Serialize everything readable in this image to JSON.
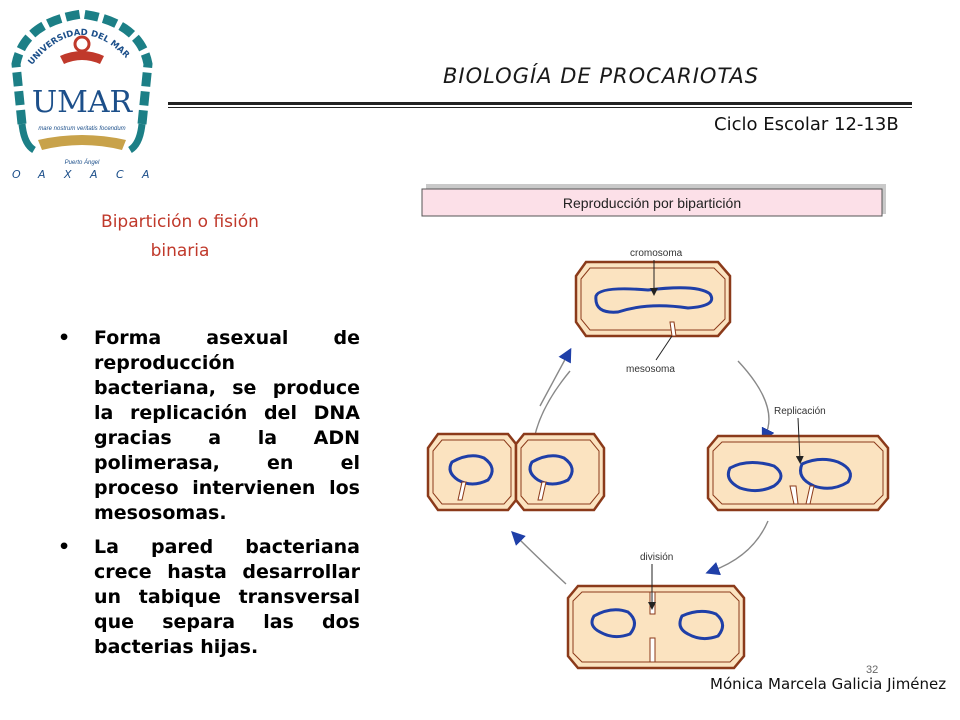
{
  "header": {
    "title": "BIOLOGÍA DE PROCARIOTAS",
    "school_year": "Ciclo Escolar 12-13B"
  },
  "logo": {
    "arc_text": "UNIVERSIDAD DEL MAR",
    "monogram": "UMAR",
    "motto": "mare nostrum veritatis focendum",
    "location": "Puerto Ángel",
    "state_letters": [
      "O",
      "A",
      "X",
      "A",
      "C",
      "A"
    ]
  },
  "subtitle": "Bipartición o fisión binaria",
  "bullets": [
    {
      "marker": "•",
      "text": "Forma asexual de reproducción bacteriana, se produce la replicación del DNA gracias a la ADN polimerasa, en el proceso intervienen los mesosomas."
    },
    {
      "marker": "•",
      "text": "La pared bacteriana crece hasta desarrollar un tabique transversal que separa las dos bacterias hijas."
    }
  ],
  "figure": {
    "title": "Reproducción por bipartición",
    "labels": {
      "chromosome": "cromosoma",
      "mesosome": "mesosoma",
      "replication": "Replicación",
      "division": "división"
    }
  },
  "footer": {
    "author": "Mónica Marcela Galicia Jiménez",
    "slide_number": "32"
  },
  "colors": {
    "accent_red": "#c0392b",
    "cell_outline": "#8b3a1a",
    "cell_fill": "#fbe3c0",
    "chromosome": "#1f3fa8"
  }
}
